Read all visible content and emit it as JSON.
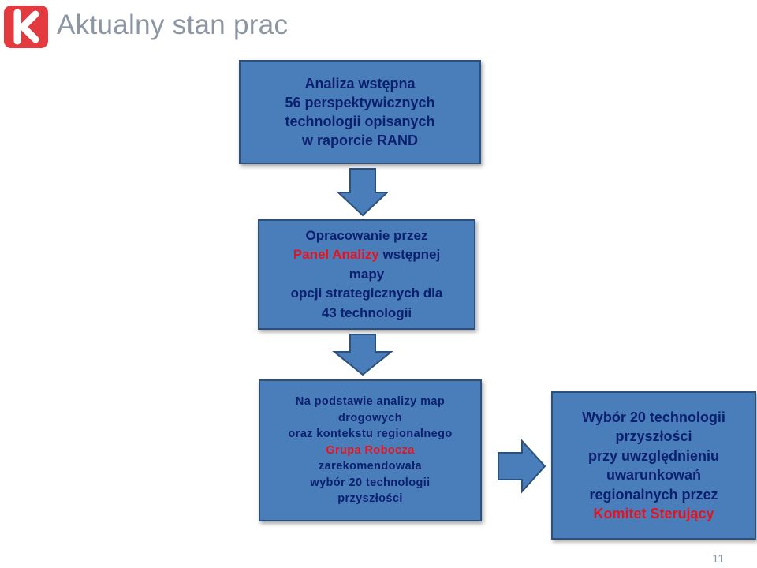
{
  "header": {
    "title": "Aktualny stan prac"
  },
  "boxes": {
    "analysis": {
      "line1": "Analiza wstępna",
      "line2": "56 perspektywicznych",
      "line3": "technologii opisanych",
      "line4": "w raporcie RAND"
    },
    "panel": {
      "line1": "Opracowanie przez",
      "line2_highlight": "Panel Analizy",
      "line2_rest": " wstępnej",
      "line3": "mapy",
      "line4": "opcji strategicznych dla",
      "line5": "43 technologii"
    },
    "working_group": {
      "line1": "Na podstawie analizy map",
      "line2": "drogowych",
      "line3": "oraz kontekstu regionalnego",
      "line4_highlight": "Grupa Robocza",
      "line5": "zarekomendowała",
      "line6": "wybór 20 technologii",
      "line7": "przyszłości"
    },
    "selection": {
      "line1": "Wybór 20 technologii",
      "line2": "przyszłości",
      "line3": "przy uwzględnieniu",
      "line4": "uwarunkowań",
      "line5": "regionalnych przez",
      "line6_highlight": "Komitet Sterujący"
    }
  },
  "footer": {
    "page_number": "11"
  },
  "colors": {
    "box_fill": "#4a7ebb",
    "box_border": "#2c4f7c",
    "box_text": "#0b1f6e",
    "highlight_text": "#e8121e",
    "logo": "#e23a3f",
    "title": "#8c96a2"
  },
  "icons": {
    "logo": "k-logo-icon",
    "arrows": [
      "arrow-down-icon",
      "arrow-down-icon",
      "arrow-right-icon"
    ]
  }
}
